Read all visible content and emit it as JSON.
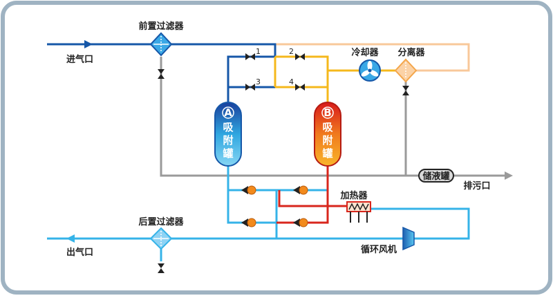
{
  "labels": {
    "pre_filter": "前置过滤器",
    "inlet": "进气口",
    "cooler": "冷却器",
    "separator": "分离器",
    "heater": "加热器",
    "drain": "排污口",
    "post_filter": "后置过滤器",
    "outlet": "出气口",
    "fan": "循环风机",
    "reservoir": "储液罐"
  },
  "tank_a": {
    "letter": "A",
    "line1": "吸",
    "line2": "附",
    "line3": "罐"
  },
  "tank_b": {
    "letter": "B",
    "line1": "吸",
    "line2": "附",
    "line3": "罐"
  },
  "valves": [
    "1",
    "2",
    "3",
    "4"
  ],
  "colors": {
    "dark_blue": "#1657a8",
    "light_blue": "#35b3e8",
    "yellow": "#f5b81c",
    "light_orange": "#f8c89a",
    "red": "#d8261c",
    "gray": "#9a9a9a",
    "frame": "#9fb3c2"
  }
}
